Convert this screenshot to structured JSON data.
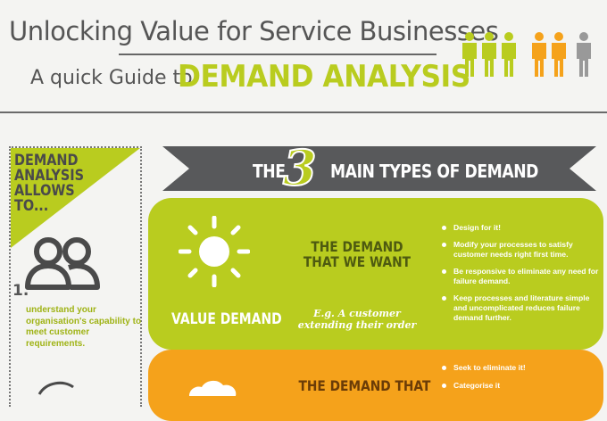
{
  "header": {
    "title_line1": "Unlocking Value for Service Businesses",
    "title_line2": "A quick Guide to",
    "title_highlight": "DEMAND ANALYSIS",
    "people_icons": {
      "green_count": 3,
      "orange_count": 2,
      "grey_count": 1,
      "green": "#b9cc1f",
      "orange": "#f5a21b",
      "grey": "#999999"
    }
  },
  "sidebar": {
    "heading": "DEMAND ANALYSIS ALLOWS TO...",
    "item_number": "1.",
    "item_text": "understand your organisation's capability to meet customer requirements.",
    "icon": "people-group-icon"
  },
  "banner": {
    "prefix": "THE",
    "number": "3",
    "suffix": "MAIN TYPES OF DEMAND"
  },
  "demand_types": [
    {
      "label": "VALUE DEMAND",
      "heading": "THE DEMAND THAT WE WANT",
      "example": "E.g. A customer extending their order",
      "icon": "sun-icon",
      "color": "#b9cc1f",
      "bullets": [
        "Design for it!",
        "Modify your processes to satisfy customer needs right first time.",
        "Be responsive to eliminate any need for failure demand.",
        "Keep processes and literature simple and uncomplicated reduces failure demand further."
      ]
    },
    {
      "heading": "THE DEMAND THAT",
      "icon": "cloud-icon",
      "color": "#f5a21b",
      "bullets": [
        "Seek to eliminate it!",
        "Categorise it"
      ]
    }
  ]
}
